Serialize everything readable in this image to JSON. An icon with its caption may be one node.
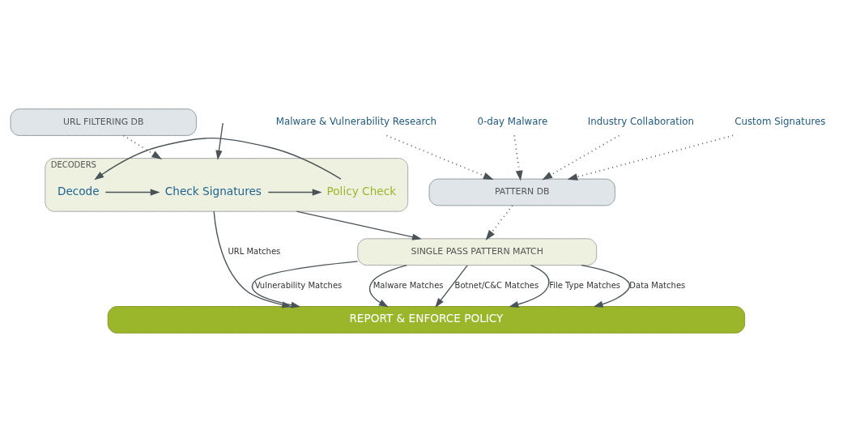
{
  "diagram": {
    "nodes": [
      {
        "text": [
          "Malware & Vulnerability Research"
        ]
      },
      {
        "text": [
          "0-day Malware"
        ]
      },
      {
        "text": [
          "Industry Collaboration"
        ]
      },
      {
        "text": [
          "Custom Signatures"
        ]
      },
      {
        "text": [
          "URL FILTERING DB"
        ]
      },
      {
        "text": [
          "PATTERN DB"
        ]
      },
      {
        "text": [
          "DECODERS"
        ]
      },
      {
        "text": [
          "Decode"
        ],
        "in": 6
      },
      {
        "text": [
          "Check Signatures"
        ],
        "in": 6
      },
      {
        "text": [
          "Policy Check"
        ],
        "in": 6
      },
      {
        "text": [
          "SINGLE PASS PATTERN MATCH"
        ]
      },
      {
        "text": [
          "REPORT & ENFORCE POLICY"
        ]
      }
    ],
    "edges": [
      {
        "from": 0,
        "to": 5,
        "arrow": "to",
        "style": "dashed"
      },
      {
        "from": 1,
        "to": 5,
        "arrow": "to",
        "style": "dashed"
      },
      {
        "from": 2,
        "to": 5,
        "arrow": "to",
        "style": "dashed"
      },
      {
        "from": 3,
        "to": 5,
        "arrow": "to",
        "style": "dashed"
      },
      {
        "from": 4,
        "to": 6,
        "arrow": "to",
        "style": "dashed"
      },
      {
        "from": 5,
        "to": 10,
        "arrow": "to",
        "style": "dashed"
      },
      {
        "from": null,
        "to": 6,
        "arrow": "to"
      },
      {
        "from": 6,
        "to": 10,
        "arrow": "to"
      },
      {
        "from": 7,
        "to": 8,
        "arrow": "to"
      },
      {
        "from": 8,
        "to": 9,
        "arrow": "to"
      },
      {
        "from": 9,
        "to": 7,
        "arrow": "to"
      },
      {
        "from": 6,
        "to": 11,
        "arrow": "to",
        "label": "URL Matches"
      },
      {
        "from": 10,
        "to": 11,
        "arrow": "to",
        "label": "Vulnerability Matches"
      },
      {
        "from": 10,
        "to": 11,
        "arrow": "to",
        "label": "Malware Matches"
      },
      {
        "from": 10,
        "to": 11,
        "arrow": "to",
        "label": "Botnet/C&C Matches"
      },
      {
        "from": 10,
        "to": 11,
        "arrow": "to",
        "label": "File Type Matches"
      },
      {
        "from": 10,
        "to": 11,
        "arrow": "to",
        "label": "Data Matches"
      }
    ]
  }
}
